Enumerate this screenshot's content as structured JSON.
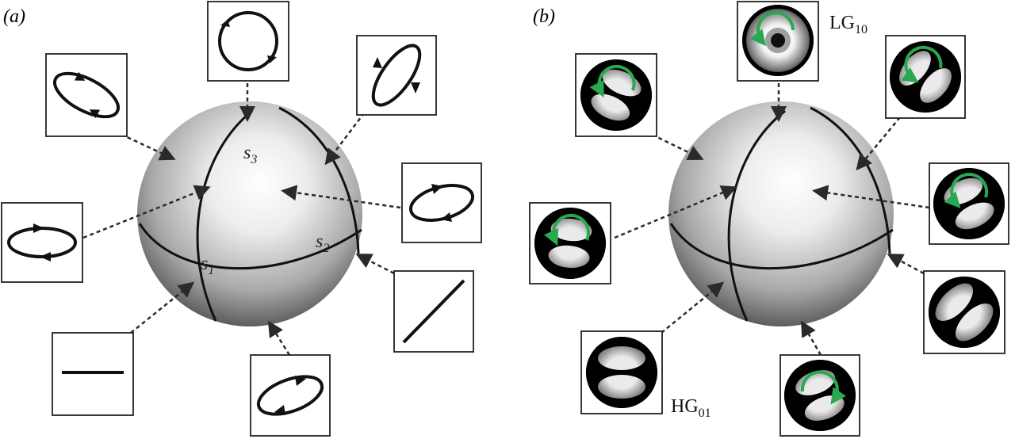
{
  "panel_a": {
    "label": "(a)",
    "axes": {
      "s1": "s",
      "s1_sub": "1",
      "s2": "s",
      "s2_sub": "2",
      "s3": "s",
      "s3_sub": "3"
    },
    "insets": [
      {
        "id": "circular-top",
        "kind": "circle",
        "direction": "clockwise"
      },
      {
        "id": "ellipse-upper-left",
        "kind": "ellipse",
        "tilt": 30
      },
      {
        "id": "ellipse-upper-right",
        "kind": "ellipse",
        "tilt": -55
      },
      {
        "id": "ellipse-left",
        "kind": "ellipse",
        "tilt": 0
      },
      {
        "id": "ellipse-right",
        "kind": "ellipse",
        "tilt": -15
      },
      {
        "id": "linear-horizontal",
        "kind": "line",
        "tilt": 0
      },
      {
        "id": "linear-diagonal",
        "kind": "line",
        "tilt": -45
      },
      {
        "id": "ellipse-bottom",
        "kind": "ellipse",
        "tilt": -20
      }
    ]
  },
  "panel_b": {
    "label": "(b)",
    "mode_labels": {
      "lg": "LG",
      "lg_sub": "10",
      "hg": "HG",
      "hg_sub": "01"
    },
    "insets": [
      {
        "id": "lg10-top",
        "kind": "donut"
      },
      {
        "id": "mode-upper-left",
        "kind": "rotating",
        "tilt": 25
      },
      {
        "id": "mode-upper-right",
        "kind": "rotating",
        "tilt": -50
      },
      {
        "id": "mode-left",
        "kind": "rotating",
        "tilt": 5
      },
      {
        "id": "mode-right",
        "kind": "rotating",
        "tilt": -25
      },
      {
        "id": "hg01-bottom-left",
        "kind": "hg",
        "tilt": 0
      },
      {
        "id": "hg-diagonal-right",
        "kind": "hg",
        "tilt": -45
      },
      {
        "id": "mode-bottom",
        "kind": "rotating",
        "tilt": -20
      }
    ]
  },
  "colors": {
    "arrow": "#2a2a2a",
    "frame": "#222222",
    "green_arrow": "#28a850",
    "sphere_light": "#ffffff",
    "sphere_dark": "#5e5e5e"
  }
}
